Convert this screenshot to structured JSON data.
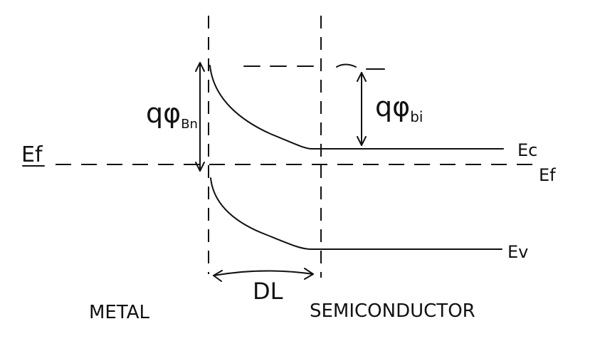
{
  "labels": {
    "ef_left": "Ef",
    "ec": "Ec",
    "ef_right": "Ef",
    "ev": "Ev",
    "dl": "DL",
    "metal": "METAL",
    "semiconductor": "SEMICONDUCTOR",
    "barrier_prefix": "qφ",
    "barrier_sub": "Bn",
    "builtin_prefix": "qφ",
    "builtin_sub": "bi"
  }
}
